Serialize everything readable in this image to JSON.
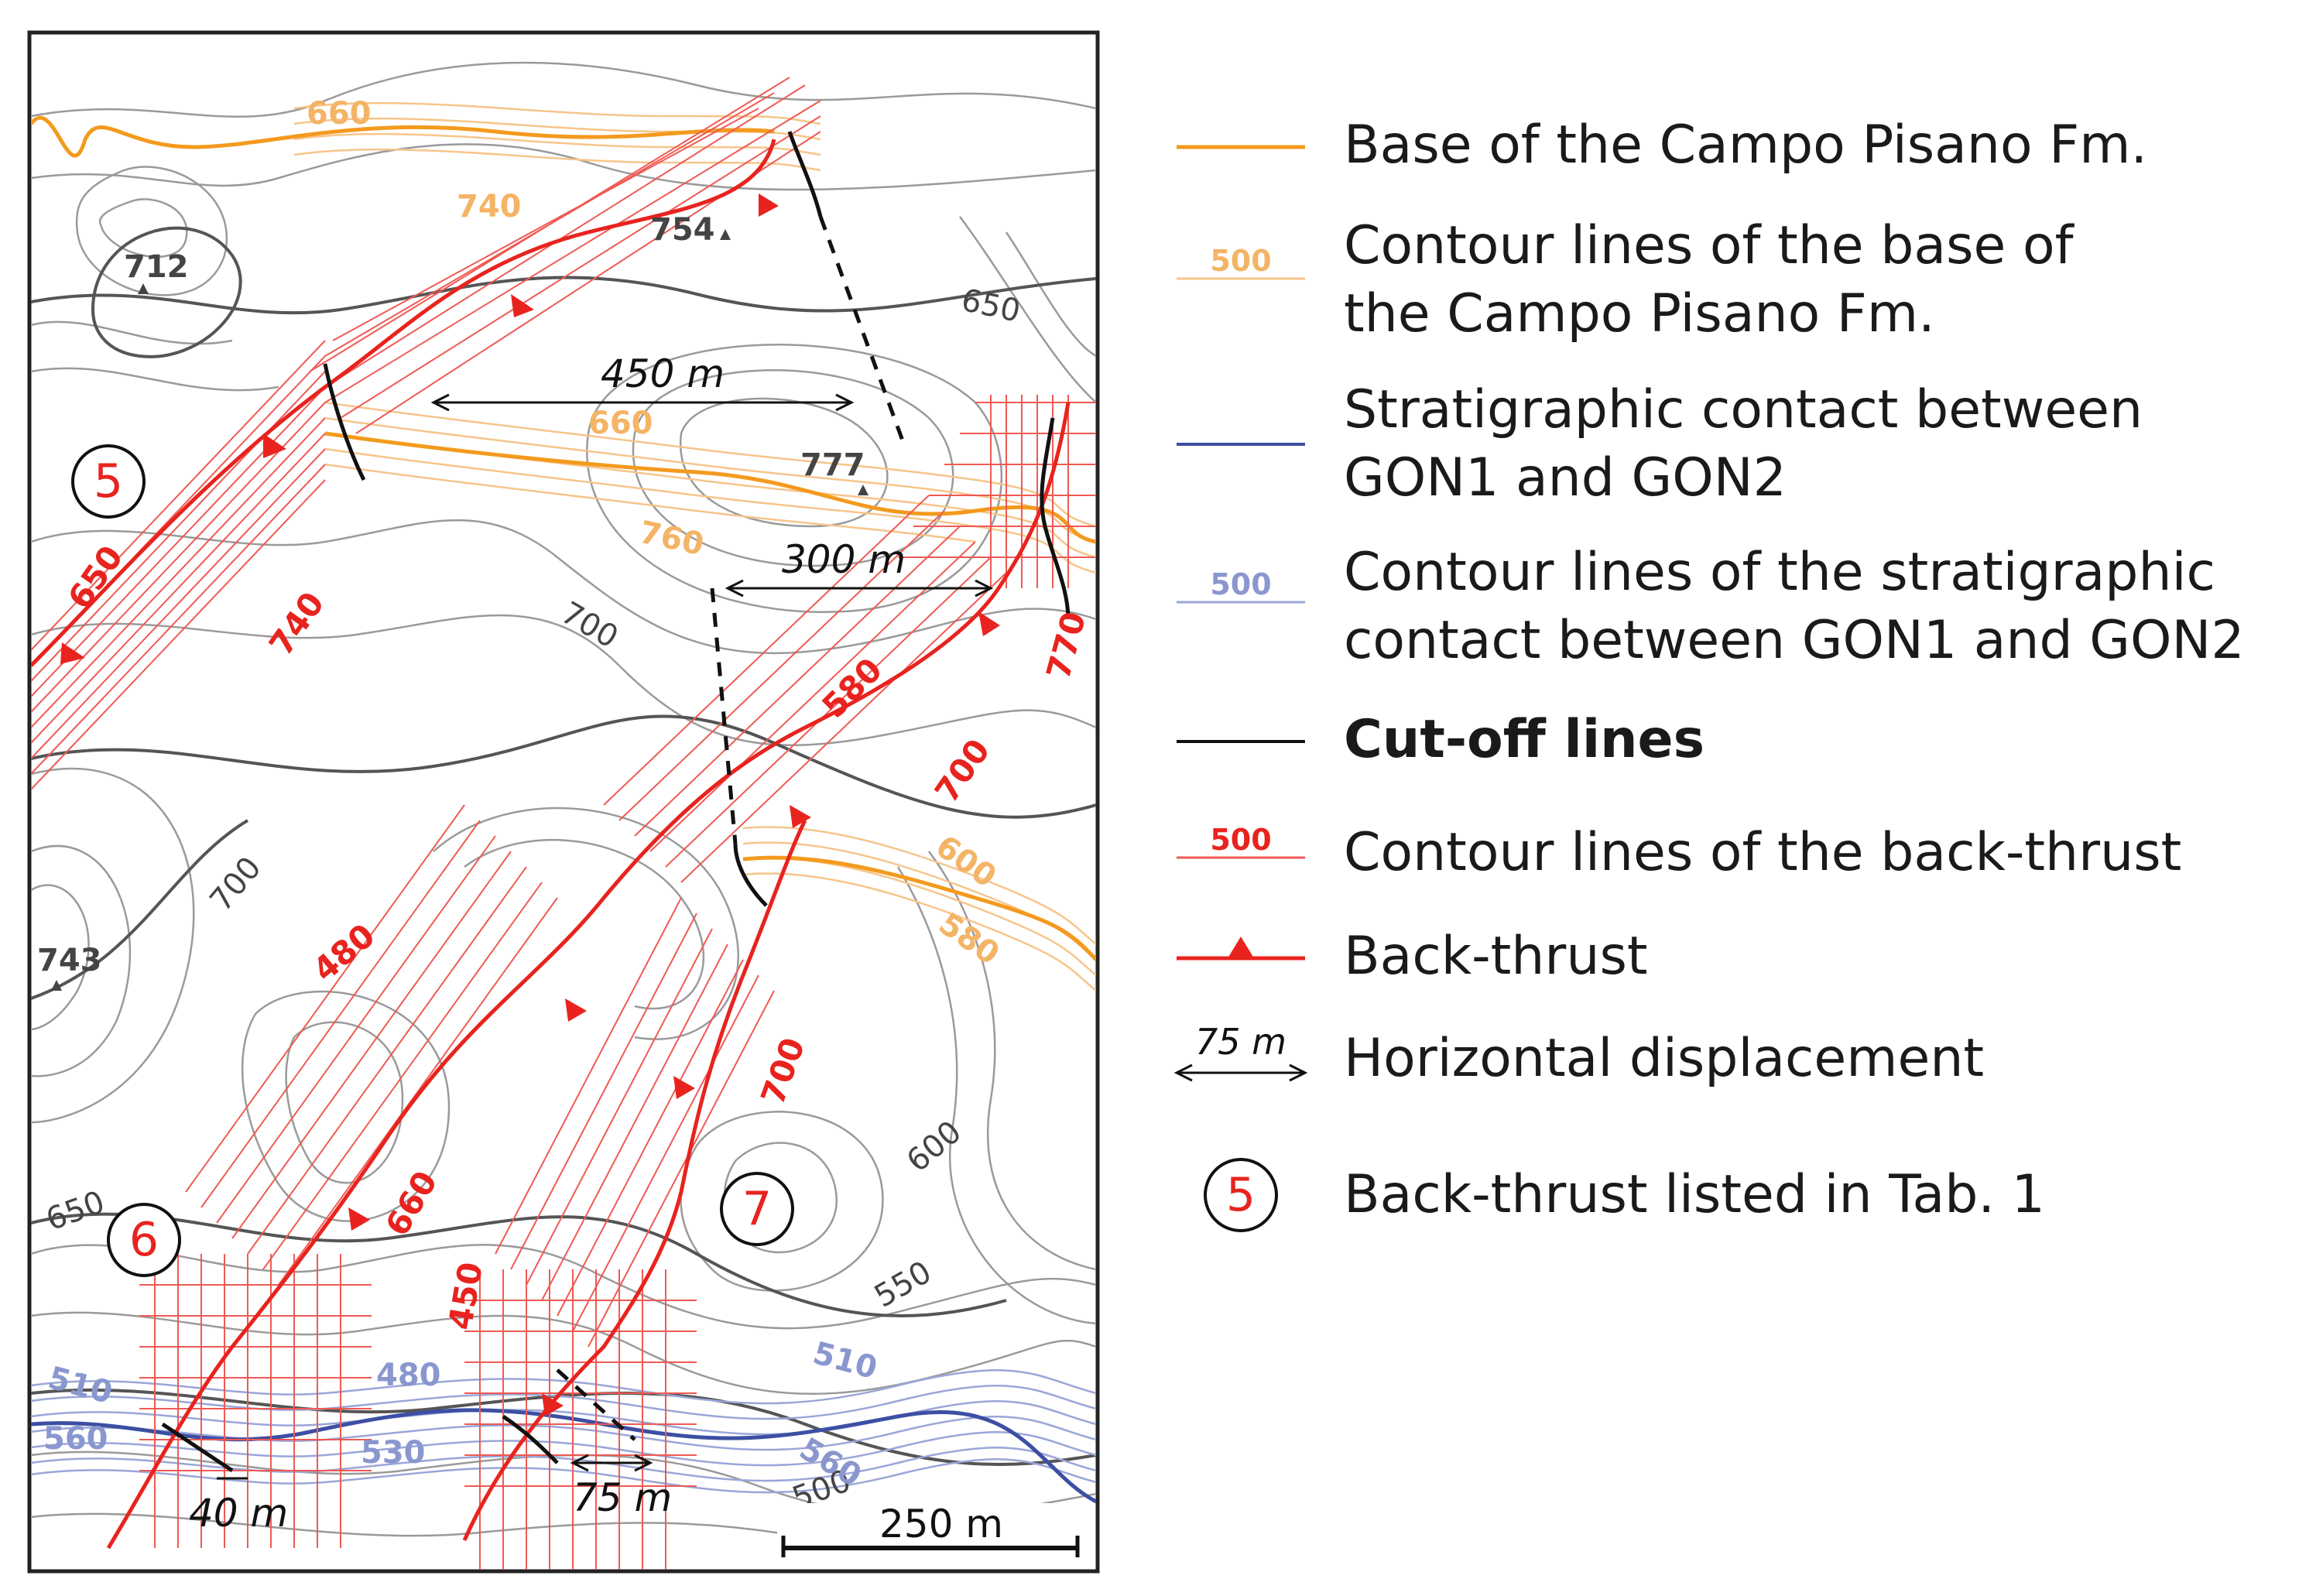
{
  "colors": {
    "topo_contour": "#8c8c8c",
    "topo_index": "#555555",
    "campo_base": "#f39a1e",
    "campo_contour": "#f7c58a",
    "gon_contact": "#3d4fa3",
    "gon_contour": "#9aa6d8",
    "backthrust": "#e8231e",
    "backthrust_contour": "#ef5a54",
    "cutoff": "#111111",
    "text": "#1a1a1a"
  },
  "map": {
    "peaks": [
      {
        "id": "p712",
        "label": "712"
      },
      {
        "id": "p754",
        "label": "754"
      },
      {
        "id": "p777",
        "label": "777"
      },
      {
        "id": "p743",
        "label": "743"
      }
    ],
    "topo_labels": [
      {
        "id": "t650a",
        "text": "650"
      },
      {
        "id": "t700a",
        "text": "700"
      },
      {
        "id": "t700b",
        "text": "700"
      },
      {
        "id": "t600a",
        "text": "600"
      },
      {
        "id": "t650b",
        "text": "650"
      },
      {
        "id": "t550a",
        "text": "550"
      },
      {
        "id": "t500a",
        "text": "500"
      }
    ],
    "campo_labels": [
      {
        "id": "c660a",
        "text": "660"
      },
      {
        "id": "c740",
        "text": "740"
      },
      {
        "id": "c660b",
        "text": "660"
      },
      {
        "id": "c760",
        "text": "760"
      },
      {
        "id": "c600",
        "text": "600"
      },
      {
        "id": "c580",
        "text": "580"
      }
    ],
    "backthrust_labels": [
      {
        "id": "b650",
        "text": "650"
      },
      {
        "id": "b740",
        "text": "740"
      },
      {
        "id": "b580",
        "text": "580"
      },
      {
        "id": "b700a",
        "text": "700"
      },
      {
        "id": "b770",
        "text": "770"
      },
      {
        "id": "b480",
        "text": "480"
      },
      {
        "id": "b700b",
        "text": "700"
      },
      {
        "id": "b660",
        "text": "660"
      },
      {
        "id": "b450",
        "text": "450"
      }
    ],
    "gon_labels": [
      {
        "id": "g510a",
        "text": "510"
      },
      {
        "id": "g560a",
        "text": "560"
      },
      {
        "id": "g480",
        "text": "480"
      },
      {
        "id": "g530",
        "text": "530"
      },
      {
        "id": "g510b",
        "text": "510"
      },
      {
        "id": "g560b",
        "text": "560"
      }
    ],
    "thrust_numbers": [
      {
        "id": "n5",
        "text": "5"
      },
      {
        "id": "n6",
        "text": "6"
      },
      {
        "id": "n7",
        "text": "7"
      }
    ],
    "displacements": [
      {
        "id": "d450",
        "text": "450 m"
      },
      {
        "id": "d300",
        "text": "300 m"
      },
      {
        "id": "d40",
        "text": "40 m"
      },
      {
        "id": "d75",
        "text": "75 m"
      }
    ],
    "scale_bar": {
      "text": "250 m"
    }
  },
  "legend": {
    "campo_base": "Base of the Campo Pisano Fm.",
    "campo_contours_line1": "Contour lines of the base of",
    "campo_contours_line2": "the Campo Pisano Fm.",
    "campo_contours_sample": "500",
    "gon_contact_line1": "Stratigraphic contact between",
    "gon_contact_line2": "GON1 and GON2",
    "gon_contours_line1": "Contour lines of the stratigraphic",
    "gon_contours_line2": "contact between GON1 and GON2",
    "gon_contours_sample": "500",
    "cutoff": "Cut-off  lines",
    "backthrust_contours": "Contour lines of the back-thrust",
    "backthrust_contours_sample": "500",
    "backthrust": "Back-thrust",
    "displacement": "Horizontal displacement",
    "displacement_sample": "75 m",
    "listed": "Back-thrust listed in Tab. 1",
    "listed_sample": "5"
  }
}
